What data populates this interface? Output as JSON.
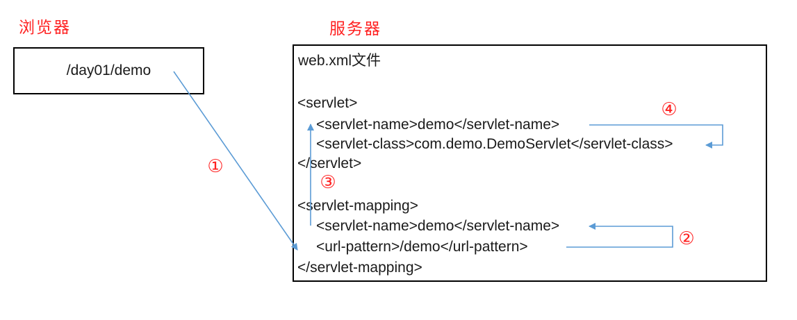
{
  "colors": {
    "red": "#ff2121",
    "blue": "#5b9bd5",
    "text": "#1a1a1a",
    "border": "#000000"
  },
  "browser": {
    "title": "浏览器",
    "request_url": "/day01/demo"
  },
  "server": {
    "title": "服务器",
    "file_title": "web.xml文件",
    "servlet_block": {
      "open": "<servlet>",
      "name": "<servlet-name>demo</servlet-name>",
      "class": "<servlet-class>com.demo.DemoServlet</servlet-class>",
      "close": "</servlet>"
    },
    "mapping_block": {
      "open": "<servlet-mapping>",
      "name": "<servlet-name>demo</servlet-name>",
      "url_pattern": "<url-pattern>/demo</url-pattern>",
      "close": "</servlet-mapping>"
    }
  },
  "annotations": {
    "step1": "①",
    "step2": "②",
    "step3": "③",
    "step4": "④"
  }
}
